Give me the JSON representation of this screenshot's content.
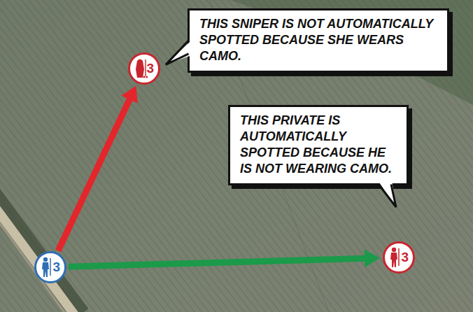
{
  "diagram": {
    "nodes": [
      {
        "text": [
          "THIS SNIPER IS NOT AUTOMATICALLY SPOTTED BECAUSE SHE WEARS CAMO."
        ]
      },
      {
        "text": [
          "3"
        ]
      },
      {
        "text": [
          "THIS PRIVATE IS AUTOMATICALLY SPOTTED BECAUSE HE IS NOT WEARING CAMO."
        ]
      },
      {
        "text": [
          "3"
        ]
      },
      {
        "text": [
          "3"
        ]
      }
    ],
    "edges": [
      {
        "from": 4,
        "to": 1,
        "arrow": "to"
      },
      {
        "from": 4,
        "to": 3,
        "arrow": "to"
      }
    ]
  }
}
